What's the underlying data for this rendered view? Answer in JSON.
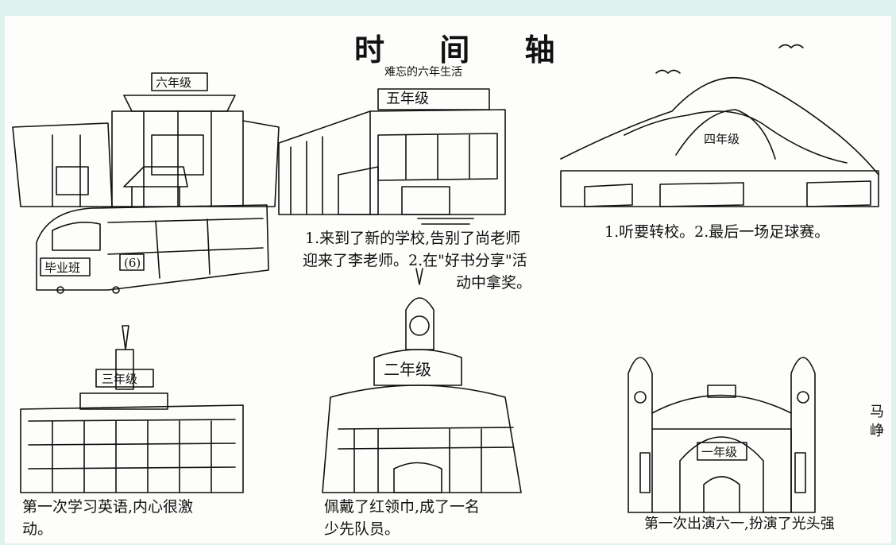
{
  "title": "时 间 轴",
  "subtitle": "难忘的六年生活",
  "buildings": {
    "grade6_sign": "六年级",
    "train_sign": "毕业班",
    "train_number": "(6)",
    "grade5_sign": "五年级",
    "grade4_sign": "四年级",
    "grade3_sign": "三年级",
    "grade2_sign": "二年级",
    "grade1_sign": "一年级"
  },
  "captions": {
    "grade5_line1": "1.来到了新的学校,告别了尚老师",
    "grade5_line2": "迎来了李老师。2.在\"好书分享\"活",
    "grade5_line3": "动中拿奖。",
    "grade4": "1.听要转校。2.最后一场足球赛。",
    "grade3_line1": "第一次学习英语,内心很激",
    "grade3_line2": "动。",
    "grade2_line1": "佩戴了红领巾,成了一名",
    "grade2_line2": "少先队员。",
    "grade1": "第一次出演六一,扮演了光头强"
  },
  "signature": {
    "char1": "马",
    "char2": "峥"
  }
}
